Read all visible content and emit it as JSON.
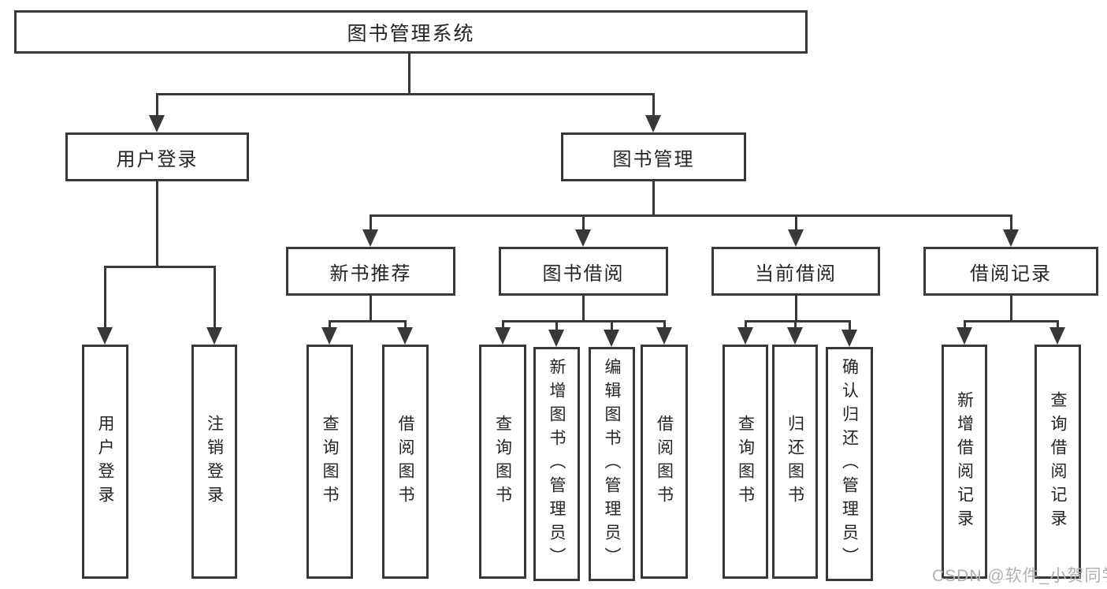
{
  "tree": {
    "label": "图书管理系统",
    "children": [
      {
        "label": "用户登录",
        "children": [
          {
            "label": "用户登录"
          },
          {
            "label": "注销登录"
          }
        ]
      },
      {
        "label": "图书管理",
        "children": [
          {
            "label": "新书推荐",
            "children": [
              {
                "label": "查询图书"
              },
              {
                "label": "借阅图书"
              }
            ]
          },
          {
            "label": "图书借阅",
            "children": [
              {
                "label": "查询图书"
              },
              {
                "label": "新增图书（管理员）"
              },
              {
                "label": "编辑图书（管理员）"
              },
              {
                "label": "借阅图书"
              }
            ]
          },
          {
            "label": "当前借阅",
            "children": [
              {
                "label": "查询图书"
              },
              {
                "label": "归还图书"
              },
              {
                "label": "确认归还（管理员）"
              }
            ]
          },
          {
            "label": "借阅记录",
            "children": [
              {
                "label": "新增借阅记录"
              },
              {
                "label": "查询借阅记录"
              }
            ]
          }
        ]
      }
    ]
  },
  "watermark": {
    "text": "CSDN @软件_小贺同学"
  },
  "colors": {
    "line": "#383838",
    "text": "#242424",
    "box_background": "#ffffff",
    "watermark": "#b0b0b0"
  }
}
